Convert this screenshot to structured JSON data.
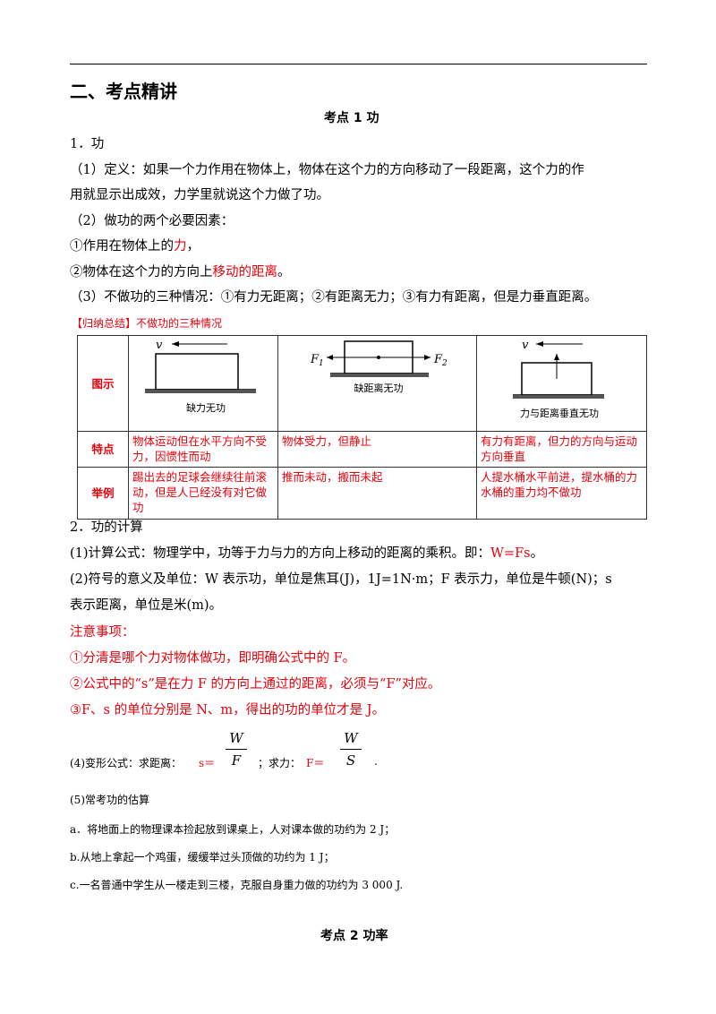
{
  "section_heading": "二、考点精讲",
  "topic1_title": "考点 1  功",
  "s1_label": "1．功",
  "s1_def_line1": "（1）定义：如果一个力作用在物体上，物体在这个力的方向移动了一段距离，这个力的作",
  "s1_def_line2": "用就显示出成效，力学里就说这个力做了功。",
  "s1_factors": "（2）做功的两个必要因素：",
  "factor1_pre": "①作用在物体上的",
  "factor1_red": "力",
  "factor1_post": "，",
  "factor2_pre": "②物体在这个力的方向上",
  "factor2_red": "移动的距离",
  "factor2_post": "。",
  "s1_nowork": "（3）不做功的三种情况：①有力无距离；②有距离无力；③有力有距离，但是力垂直距离。",
  "summary_bracket": "【归纳总结】",
  "summary_title": "不做功的三种情况",
  "table": {
    "row_labels": [
      "图示",
      "特点",
      "举例"
    ],
    "captions": [
      "缺力无功",
      "缺距离无功",
      "力与距离垂直无功"
    ],
    "diagram_labels": {
      "v": "v",
      "f1": "F",
      "f1_sub": "1",
      "f2": "F",
      "f2_sub": "2"
    },
    "features": [
      "物体运动但在水平方向不受力，因惯性而动",
      "物体受力，但静止",
      "有力有距离，但力的方向与运动方向垂直"
    ],
    "examples": [
      "踢出去的足球会继续往前滚动，但是人已经没有对它做功",
      "推而未动，搬而未起",
      "人提水桶水平前进，提水桶的力水桶的重力均不做功"
    ]
  },
  "s2_label": "2．功的计算",
  "s2_formula_pre": "(1)计算公式：物理学中，功等于力与力的方向上移动的距离的乘积。即：",
  "s2_formula_red": "W=Fs",
  "s2_formula_post": "。",
  "s2_units_line1": "(2)符号的意义及单位：W 表示功，单位是焦耳(J)，1J=1N·m；F 表示力，单位是牛顿(N)；s",
  "s2_units_line2": "表示距离，单位是米(m)。",
  "notes_title": "注意事项：",
  "notes": [
    "①分清是哪个力对物体做功，即明确公式中的 F。",
    "②公式中的“s”是在力 F 的方向上通过的距离，必须与“F”对应。",
    "③F、s 的单位分别是 N、m，得出的功的单位才是 J。"
  ],
  "s4_pre": "(4)变形公式：求距离：",
  "s4_s_red": "s＝",
  "s4_mid": "；求力：",
  "s4_f_red": "F＝",
  "s4_end": ".",
  "frac1": {
    "num": "W",
    "den": "F"
  },
  "frac2": {
    "num": "W",
    "den": "S"
  },
  "s5_label": "(5)常考功的估算",
  "estimates": [
    "a．将地面上的物理课本捡起放到课桌上，人对课本做的功约为 2 J；",
    "b.从地上拿起一个鸡蛋，缓缓举过头顶做的功约为 1 J；",
    "c.一名普通中学生从一楼走到三楼，克服自身重力做的功约为 3 000 J."
  ],
  "topic2_title": "考点 2  功率"
}
